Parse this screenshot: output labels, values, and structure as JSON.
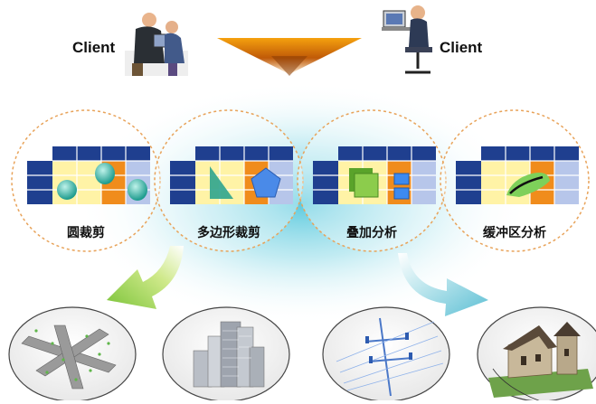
{
  "clients": {
    "left_label": "Client",
    "right_label": "Client"
  },
  "operations": [
    {
      "label": "圆裁剪",
      "icon": "circle-clip-icon"
    },
    {
      "label": "多边形裁剪",
      "icon": "polygon-clip-icon"
    },
    {
      "label": "叠加分析",
      "icon": "overlay-icon"
    },
    {
      "label": "缓冲区分析",
      "icon": "buffer-icon"
    }
  ],
  "scenes": [
    {
      "icon": "road-network-icon"
    },
    {
      "icon": "city-buildings-icon"
    },
    {
      "icon": "power-line-icon"
    },
    {
      "icon": "house-terrain-icon"
    }
  ],
  "colors": {
    "grid_blue": "#1f3f8f",
    "grid_yellow": "#fff3a6",
    "grid_orange": "#f08c1c",
    "grid_lightblue": "#b7c6ea",
    "glow": "#7fd6e4",
    "funnel": "#e8850c",
    "arrow_left": "#9cd14a",
    "arrow_right": "#6fc8d8"
  }
}
